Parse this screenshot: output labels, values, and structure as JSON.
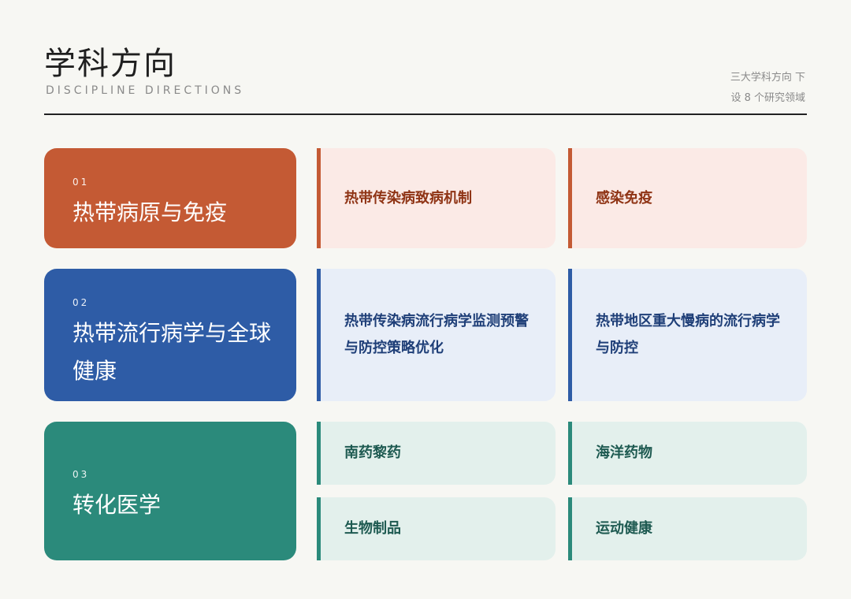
{
  "header": {
    "title": "学科方向",
    "subtitle": "DISCIPLINE DIRECTIONS",
    "note_line1": "三大学科方向 下",
    "note_line2": "设 8 个研究领域"
  },
  "colors": {
    "background": "#f7f7f3",
    "red": "#c45a34",
    "blue": "#2e5ca6",
    "green": "#2b8a7b"
  },
  "categories": [
    {
      "number": "01",
      "name": "热带病原与免疫",
      "items": [
        "热带传染病致病机制",
        "感染免疫"
      ]
    },
    {
      "number": "02",
      "name": "热带流行病学与全球健康",
      "items": [
        "热带传染病流行病学监测预警与防控策略优化",
        "热带地区重大慢病的流行病学与防控"
      ]
    },
    {
      "number": "03",
      "name": "转化医学",
      "items": [
        "南药黎药",
        "海洋药物",
        "生物制品",
        "运动健康"
      ]
    }
  ]
}
